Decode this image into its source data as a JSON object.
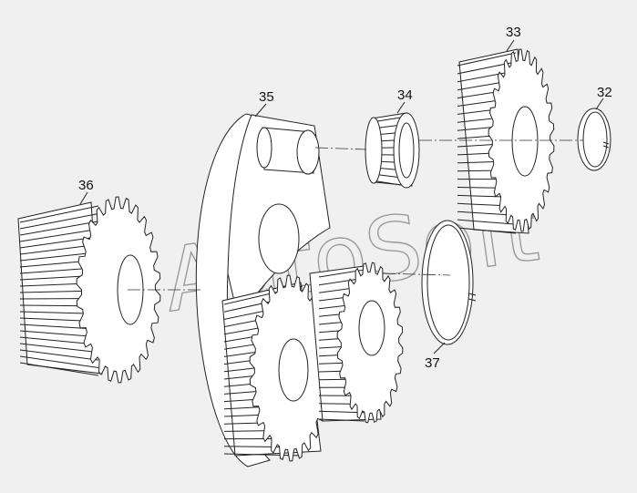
{
  "diagram": {
    "parts": [
      {
        "id": "36",
        "label": "36",
        "name": "gear"
      },
      {
        "id": "35",
        "label": "35",
        "name": "planet carrier"
      },
      {
        "id": "34",
        "label": "34",
        "name": "bearing"
      },
      {
        "id": "33",
        "label": "33",
        "name": "gear"
      },
      {
        "id": "32",
        "label": "32",
        "name": "retaining ring"
      },
      {
        "id": "37",
        "label": "37",
        "name": "retaining ring"
      }
    ],
    "watermark": "AutoSoft",
    "colors": {
      "background": "#f0f0f0",
      "line": "#222222",
      "watermark": "#9a9a9a"
    }
  }
}
